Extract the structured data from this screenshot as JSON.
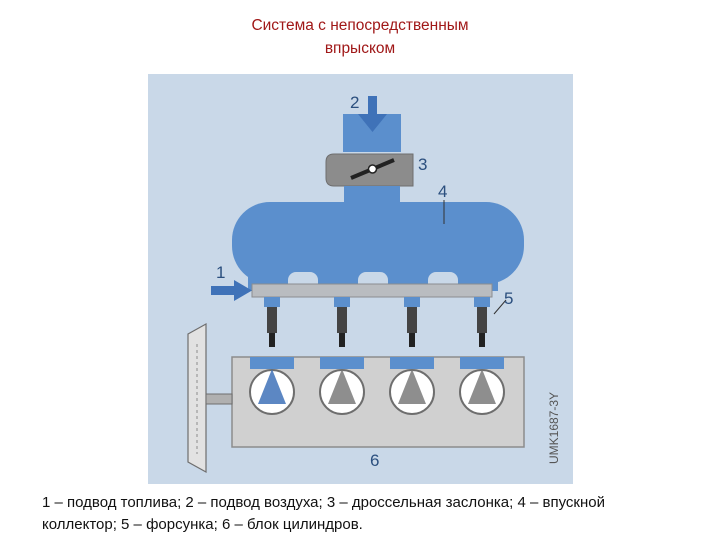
{
  "slide": {
    "title_line1": "Система с непосредственным",
    "title_line2": "впрыском"
  },
  "figure": {
    "labels": {
      "n1": "1",
      "n2": "2",
      "n3": "3",
      "n4": "4",
      "n5": "5",
      "n6": "6"
    },
    "watermark": "UMK1687-3Y"
  },
  "caption": {
    "line1": "1 – подвод топлива; 2 – подвод воздуха; 3 – дроссельная заслонка; 4 – впускной",
    "line2": "коллектор; 5 – форсунка; 6 – блок цилиндров."
  },
  "colors": {
    "title": "#a01818",
    "background_panel": "#c9d8e8",
    "manifold_blue": "#5b8fcd",
    "throttle_gray": "#8c8c8c",
    "fuel_rail": "#b9bcc0",
    "block_gray": "#d0d0d0",
    "arrow_blue": "#3f72b8"
  }
}
